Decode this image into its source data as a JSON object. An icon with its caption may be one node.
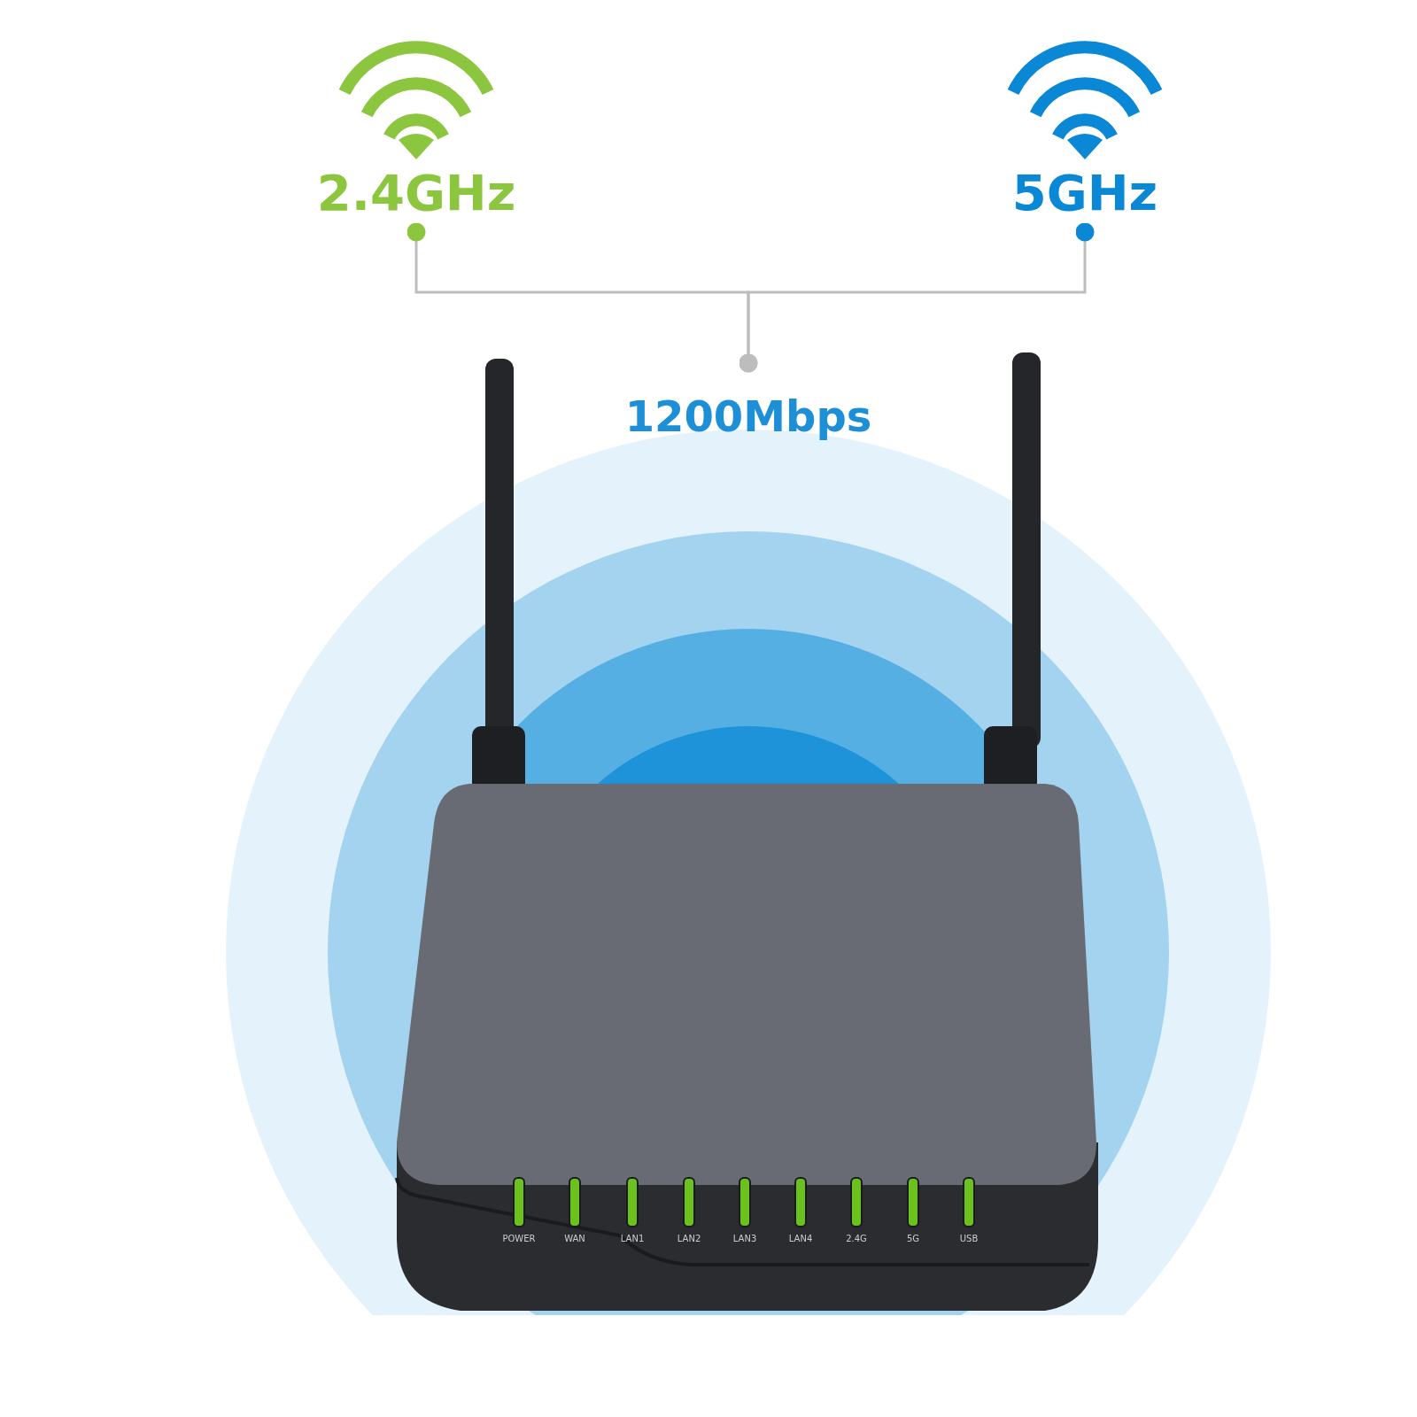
{
  "diagram": {
    "nodes": [
      {
        "text": [
          "2.4GHz"
        ]
      },
      {
        "text": [
          "5GHz"
        ]
      },
      {
        "text": [
          "1200Mbps"
        ]
      }
    ],
    "edges": [
      {
        "from": 0,
        "to": 2,
        "arrow": "other"
      },
      {
        "from": 1,
        "to": 2,
        "arrow": "other"
      }
    ],
    "labels": [
      "POWER",
      "WAN",
      "LAN1",
      "LAN2",
      "LAN3",
      "LAN4",
      "2.4G",
      "5G",
      "USB"
    ]
  }
}
